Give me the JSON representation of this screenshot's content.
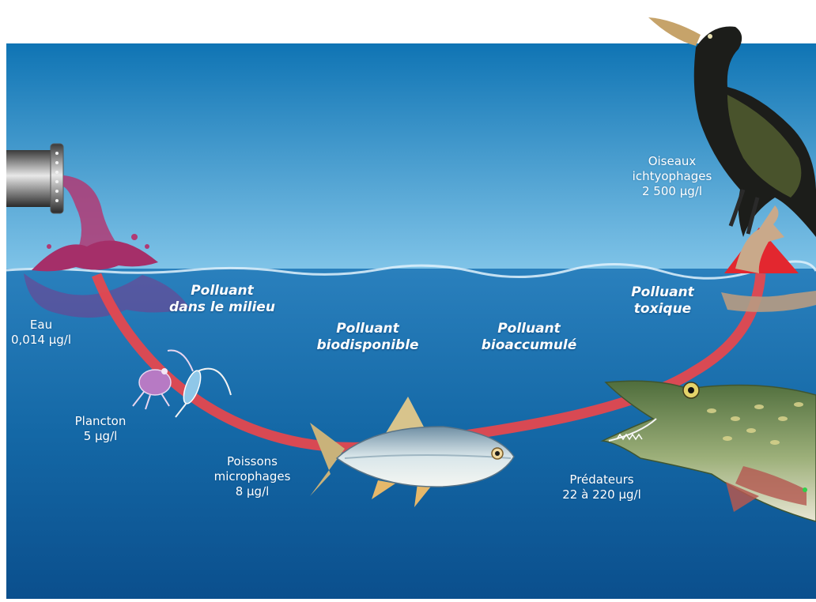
{
  "colors": {
    "sky_top": "#0f74b4",
    "sky_bottom": "#7ec3e8",
    "water_top": "#1b6fae",
    "water_bottom": "#0b4d8a",
    "arrow": "#e9464c",
    "pollutant": "#b03a74"
  },
  "icons": [
    "pipe-icon",
    "pollutant-spill-icon",
    "plankton-icon",
    "fish-icon",
    "pike-icon",
    "cormorant-icon",
    "arrow-icon"
  ],
  "levels": [
    {
      "name": "Eau",
      "value": "0,014 µg/l"
    },
    {
      "name": "Plancton",
      "value": "5 µg/l"
    },
    {
      "name_lines": [
        "Poissons",
        "microphages"
      ],
      "value": "8 µg/l"
    },
    {
      "name": "Prédateurs",
      "value": "22 à 220 µg/l"
    },
    {
      "name_lines": [
        "Oiseaux",
        "ichtyophages"
      ],
      "value": "2 500 µg/l"
    }
  ],
  "stages": [
    {
      "lines": [
        "Polluant",
        "dans le milieu"
      ]
    },
    {
      "lines": [
        "Polluant",
        "biodisponible"
      ]
    },
    {
      "lines": [
        "Polluant",
        "bioaccumulé"
      ]
    },
    {
      "lines": [
        "Polluant",
        "toxique"
      ]
    }
  ]
}
